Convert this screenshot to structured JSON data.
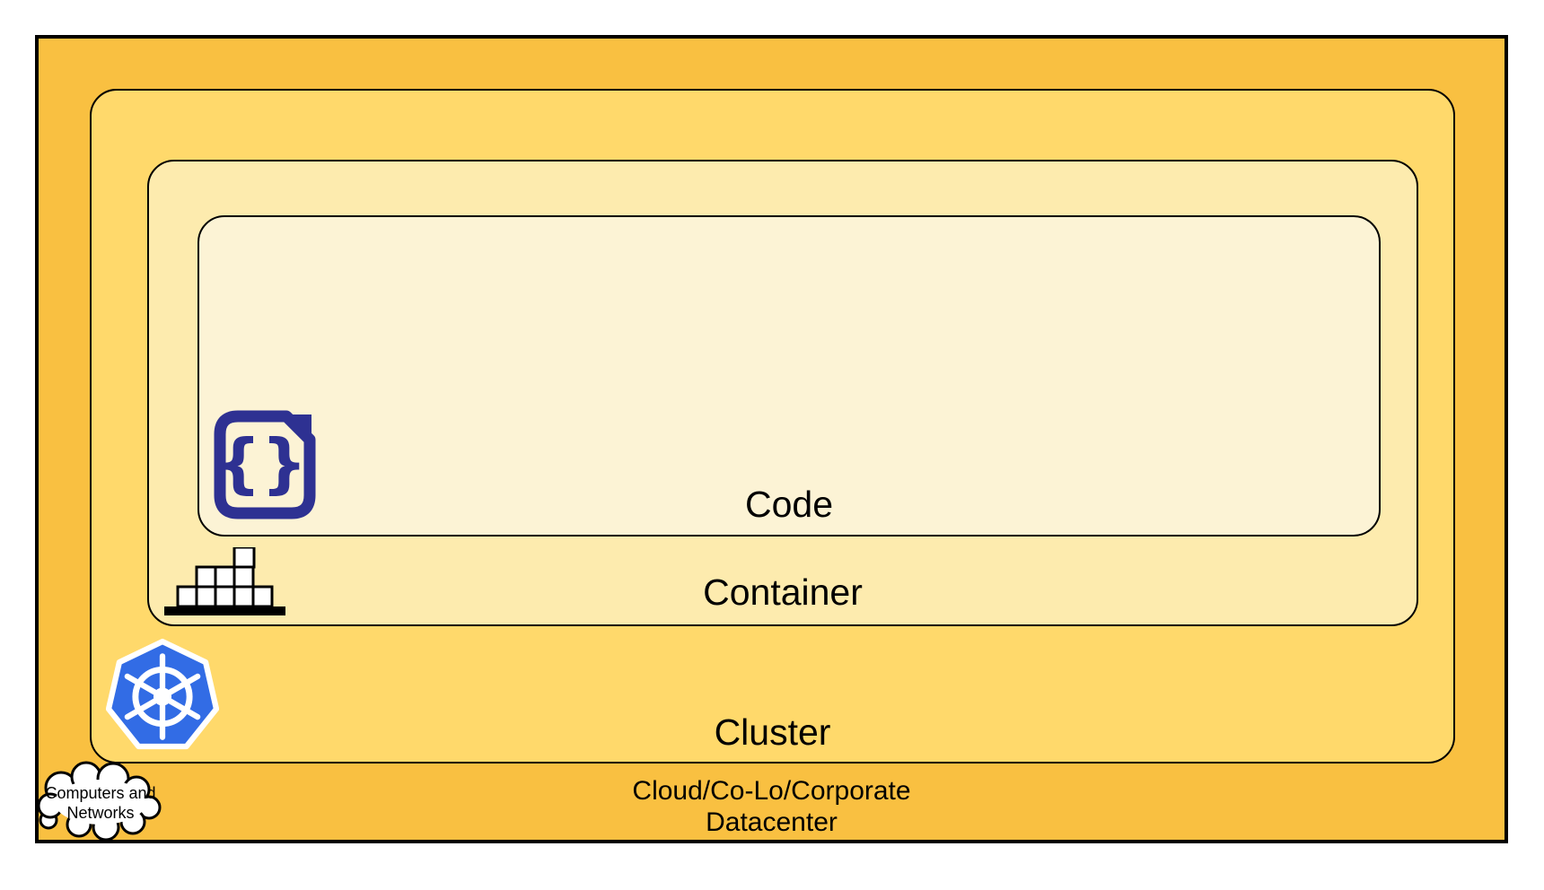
{
  "layers": {
    "code": {
      "label": "Code"
    },
    "container": {
      "label": "Container"
    },
    "cluster": {
      "label": "Cluster"
    },
    "datacenter": {
      "label_line1": "Cloud/Co-Lo/Corporate",
      "label_line2": "Datacenter"
    }
  },
  "cloud_callout": {
    "line1": "Computers and",
    "line2": "Networks"
  },
  "icons": {
    "code_file": "code-file-icon",
    "code_braces": "{}",
    "container_blocks": "container-blocks-icon",
    "kubernetes": "kubernetes-icon",
    "cloud": "cloud-icon"
  },
  "colors": {
    "datacenter_fill": "#F9C041",
    "cluster_fill": "#FFD96B",
    "container_fill": "#FDEBAE",
    "code_fill": "#FCF3D5",
    "border": "#000000",
    "code_icon": "#2E3192",
    "kubernetes_blue": "#326CE5",
    "block_fill": "#FFFFFF"
  }
}
